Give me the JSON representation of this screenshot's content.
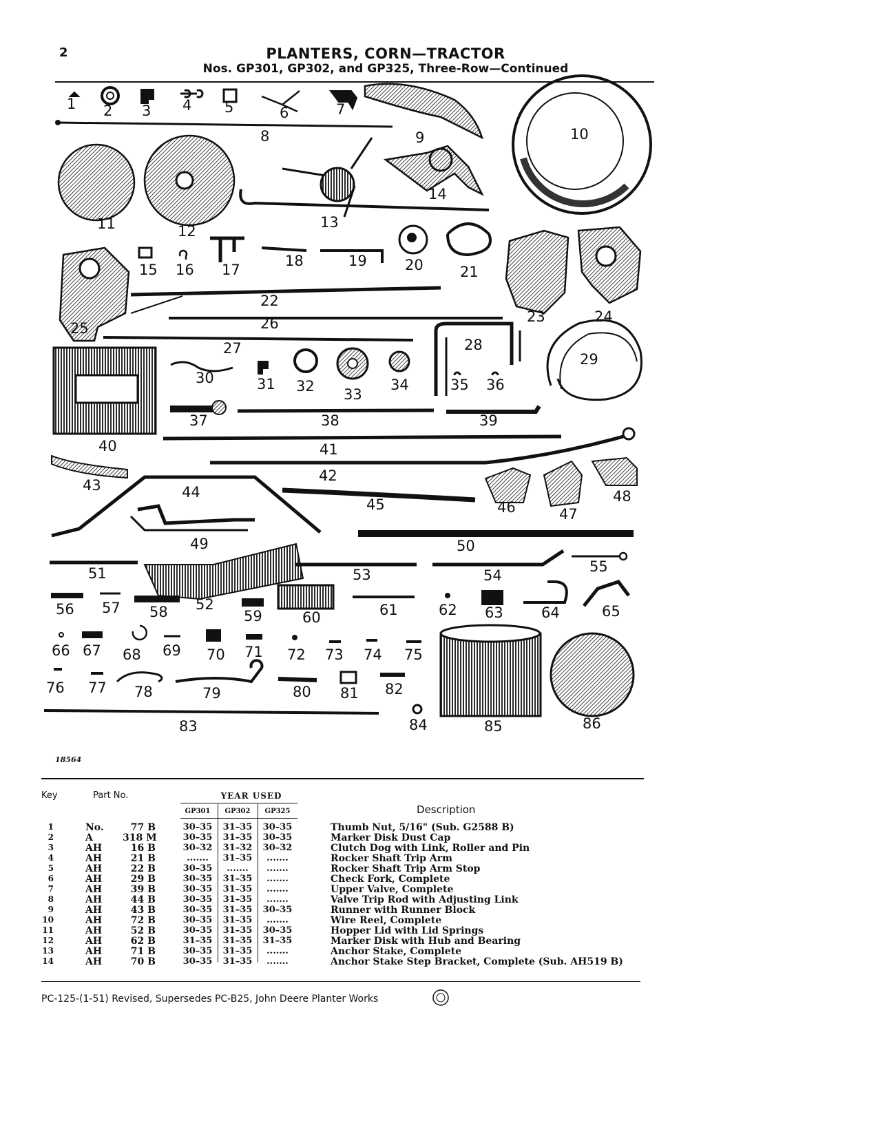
{
  "header": {
    "page_number": "2",
    "title": "PLANTERS, CORN—TRACTOR",
    "subtitle": "Nos. GP301, GP302, and GP325, Three-Row—Continued"
  },
  "illustration": {
    "figure_code": "18564",
    "callouts": [
      "1",
      "2",
      "3",
      "4",
      "5",
      "6",
      "7",
      "8",
      "9",
      "10",
      "11",
      "12",
      "13",
      "14",
      "15",
      "16",
      "17",
      "18",
      "19",
      "20",
      "21",
      "22",
      "23",
      "24",
      "25",
      "26",
      "27",
      "28",
      "29",
      "30",
      "31",
      "32",
      "33",
      "34",
      "35",
      "36",
      "37",
      "38",
      "39",
      "40",
      "41",
      "42",
      "43",
      "44",
      "45",
      "46",
      "47",
      "48",
      "49",
      "50",
      "51",
      "52",
      "53",
      "54",
      "55",
      "56",
      "57",
      "58",
      "59",
      "60",
      "61",
      "62",
      "63",
      "64",
      "65",
      "66",
      "67",
      "68",
      "69",
      "70",
      "71",
      "72",
      "73",
      "74",
      "75",
      "76",
      "77",
      "78",
      "79",
      "80",
      "81",
      "82",
      "83",
      "84",
      "85",
      "86"
    ]
  },
  "parts_table": {
    "headers": {
      "key": "Key",
      "part_no": "Part No.",
      "year_used": "YEAR USED",
      "years": [
        "GP301",
        "GP302",
        "GP325"
      ],
      "description": "Description"
    },
    "rows": [
      {
        "key": "1",
        "prefix": "No.",
        "num": "77 B",
        "y1": "30–35",
        "y2": "31–35",
        "y3": "30–35",
        "desc": "Thumb Nut, 5/16\" (Sub. G2588 B)"
      },
      {
        "key": "2",
        "prefix": "A",
        "num": "318 M",
        "y1": "30–35",
        "y2": "31–35",
        "y3": "30–35",
        "desc": "Marker Disk Dust Cap"
      },
      {
        "key": "3",
        "prefix": "AH",
        "num": "16 B",
        "y1": "30–32",
        "y2": "31–32",
        "y3": "30–32",
        "desc": "Clutch Dog with Link, Roller and Pin"
      },
      {
        "key": "4",
        "prefix": "AH",
        "num": "21 B",
        "y1": ".......",
        "y2": "31–35",
        "y3": ".......",
        "desc": "Rocker Shaft Trip Arm"
      },
      {
        "key": "5",
        "prefix": "AH",
        "num": "22 B",
        "y1": "30–35",
        "y2": ".......",
        "y3": ".......",
        "desc": "Rocker Shaft Trip Arm Stop"
      },
      {
        "key": "6",
        "prefix": "AH",
        "num": "29 B",
        "y1": "30–35",
        "y2": "31–35",
        "y3": ".......",
        "desc": "Check Fork, Complete"
      },
      {
        "key": "7",
        "prefix": "AH",
        "num": "39 B",
        "y1": "30–35",
        "y2": "31–35",
        "y3": ".......",
        "desc": "Upper Valve, Complete"
      },
      {
        "key": "8",
        "prefix": "AH",
        "num": "44 B",
        "y1": "30–35",
        "y2": "31–35",
        "y3": ".......",
        "desc": "Valve Trip Rod with Adjusting Link"
      },
      {
        "key": "9",
        "prefix": "AH",
        "num": "43 B",
        "y1": "30–35",
        "y2": "31–35",
        "y3": "30–35",
        "desc": "Runner with Runner Block"
      },
      {
        "key": "10",
        "prefix": "AH",
        "num": "72 B",
        "y1": "30–35",
        "y2": "31–35",
        "y3": ".......",
        "desc": "Wire Reel, Complete"
      },
      {
        "key": "11",
        "prefix": "AH",
        "num": "52 B",
        "y1": "30–35",
        "y2": "31–35",
        "y3": "30–35",
        "desc": "Hopper Lid with Lid Springs"
      },
      {
        "key": "12",
        "prefix": "AH",
        "num": "62 B",
        "y1": "31–35",
        "y2": "31–35",
        "y3": "31–35",
        "desc": "Marker Disk with Hub and Bearing"
      },
      {
        "key": "13",
        "prefix": "AH",
        "num": "71 B",
        "y1": "30–35",
        "y2": "31–35",
        "y3": ".......",
        "desc": "Anchor Stake, Complete"
      },
      {
        "key": "14",
        "prefix": "AH",
        "num": "70 B",
        "y1": "30–35",
        "y2": "31–35",
        "y3": ".......",
        "desc": "Anchor Stake Step Bracket, Complete (Sub. AH519 B)"
      }
    ]
  },
  "footer": {
    "text": "PC-125-(1-51) Revised, Supersedes PC-B25, John Deere Planter Works"
  }
}
